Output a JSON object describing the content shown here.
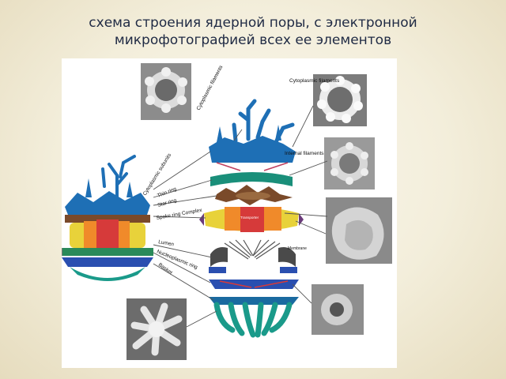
{
  "title": {
    "line1": "схема строения ядерной поры, с электронной",
    "line2": "микрофотографией всех ее элементов"
  },
  "stray_glyphs": [
    "в",
    "в"
  ],
  "labels": {
    "cytoplasmic_filaments_top": "Cytoplasmic filaments",
    "cytoplasmic_filaments_right": "Cytoplasmic filaments",
    "internal_filaments": "Internal filaments",
    "cytoplasmic_subunits": "Cytoplasmic subunits",
    "thin_ring": "Thin ring",
    "star_ring": "Star ring",
    "spoke_ring_complex": "Spoke ring Complex",
    "lumen": "Lumen",
    "nucleoplasmic_ring": "Nucleoplasmic ring",
    "basket": "Basket",
    "transporter": "Transporter",
    "membrane": "Membrane"
  },
  "colors": {
    "filament": "#1e6fb5",
    "thin_ring": "#1a8f7a",
    "star_ring": "#7a4a2a",
    "spoke": "#e8d23a",
    "transporter": "#d63a3a",
    "basket": "#1a9a8a",
    "membrane": "#7a7a7a"
  }
}
